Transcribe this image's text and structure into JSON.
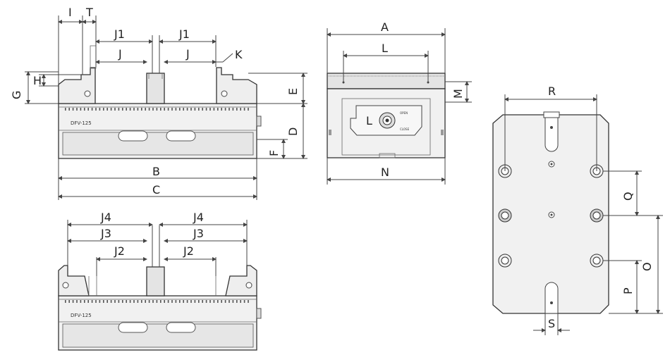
{
  "diagram": {
    "colors": {
      "line": "#444444",
      "body_fill": "#f1f1f1",
      "face_fill": "#e8e8e8",
      "dark_fill": "#cfcfcf",
      "teeth": "#555555"
    },
    "front_view": {
      "dims": {
        "I": "I",
        "T": "T",
        "J1_left": "J1",
        "J1_right": "J1",
        "J_left": "J",
        "J_right": "J",
        "K": "K",
        "H": "H",
        "G": "G",
        "E": "E",
        "D": "D",
        "F": "F",
        "B": "B",
        "C": "C"
      },
      "model_label": "DFV-125"
    },
    "side_view": {
      "dims": {
        "A": "A",
        "L_top": "L",
        "M": "M",
        "N": "N",
        "L_inner": "L"
      },
      "open_label": "OPEN",
      "close_label": "CLOSE"
    },
    "lower_view": {
      "dims": {
        "J4_left": "J4",
        "J4_right": "J4",
        "J3_left": "J3",
        "J3_right": "J3",
        "J2_left": "J2",
        "J2_right": "J2"
      },
      "model_label": "DFV-125"
    },
    "base_view": {
      "dims": {
        "R": "R",
        "Q": "Q",
        "O": "O",
        "P": "P",
        "S": "S"
      }
    }
  }
}
